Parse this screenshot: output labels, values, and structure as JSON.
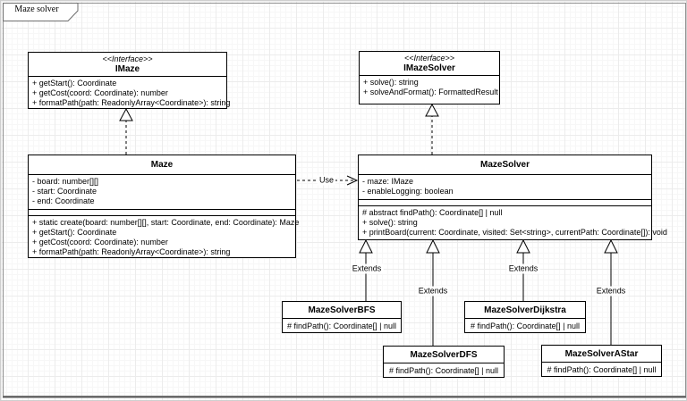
{
  "frame": {
    "title": "Maze solver"
  },
  "classes": {
    "imaze": {
      "stereotype": "<<Interface>>",
      "name": "IMaze",
      "members": [
        "+ getStart(): Coordinate",
        "+ getCost(coord: Coordinate): number",
        "+ formatPath(path: ReadonlyArray<Coordinate>): string"
      ]
    },
    "imazesolver": {
      "stereotype": "<<Interface>>",
      "name": "IMazeSolver",
      "members": [
        "+ solve(): string",
        "+ solveAndFormat(): FormattedResult"
      ]
    },
    "maze": {
      "name": "Maze",
      "fields": [
        "- board: number[][]",
        "- start: Coordinate",
        "- end: Coordinate"
      ],
      "methods": [
        "+ static create(board: number[][], start: Coordinate, end: Coordinate): Maze",
        "+ getStart(): Coordinate",
        "+ getCost(coord: Coordinate): number",
        "+ formatPath(path: ReadonlyArray<Coordinate>): string"
      ]
    },
    "mazesolver": {
      "name": "MazeSolver",
      "fields": [
        "- maze: IMaze",
        "- enableLogging: boolean"
      ],
      "methods": [
        "# abstract findPath(): Coordinate[] | null",
        "+ solve(): string",
        "+ printBoard(current: Coordinate, visited: Set<string>, currentPath: Coordinate[]): void"
      ]
    },
    "bfs": {
      "name": "MazeSolverBFS",
      "methods": [
        "# findPath(): Coordinate[] | null"
      ]
    },
    "dfs": {
      "name": "MazeSolverDFS",
      "methods": [
        "# findPath(): Coordinate[] | null"
      ]
    },
    "dijkstra": {
      "name": "MazeSolverDijkstra",
      "methods": [
        "# findPath(): Coordinate[] | null"
      ]
    },
    "astar": {
      "name": "MazeSolverAStar",
      "methods": [
        "# findPath(): Coordinate[] | null"
      ]
    }
  },
  "edges": {
    "use_label": "Use",
    "extends_labels": [
      "Extends",
      "Extends",
      "Extends",
      "Extends"
    ]
  },
  "colors": {
    "box_border": "#000000",
    "box_fill": "#ffffff",
    "frame_border": "#8f8f8f",
    "grid_major": "#ececec",
    "grid_minor": "#f7f7f7"
  }
}
